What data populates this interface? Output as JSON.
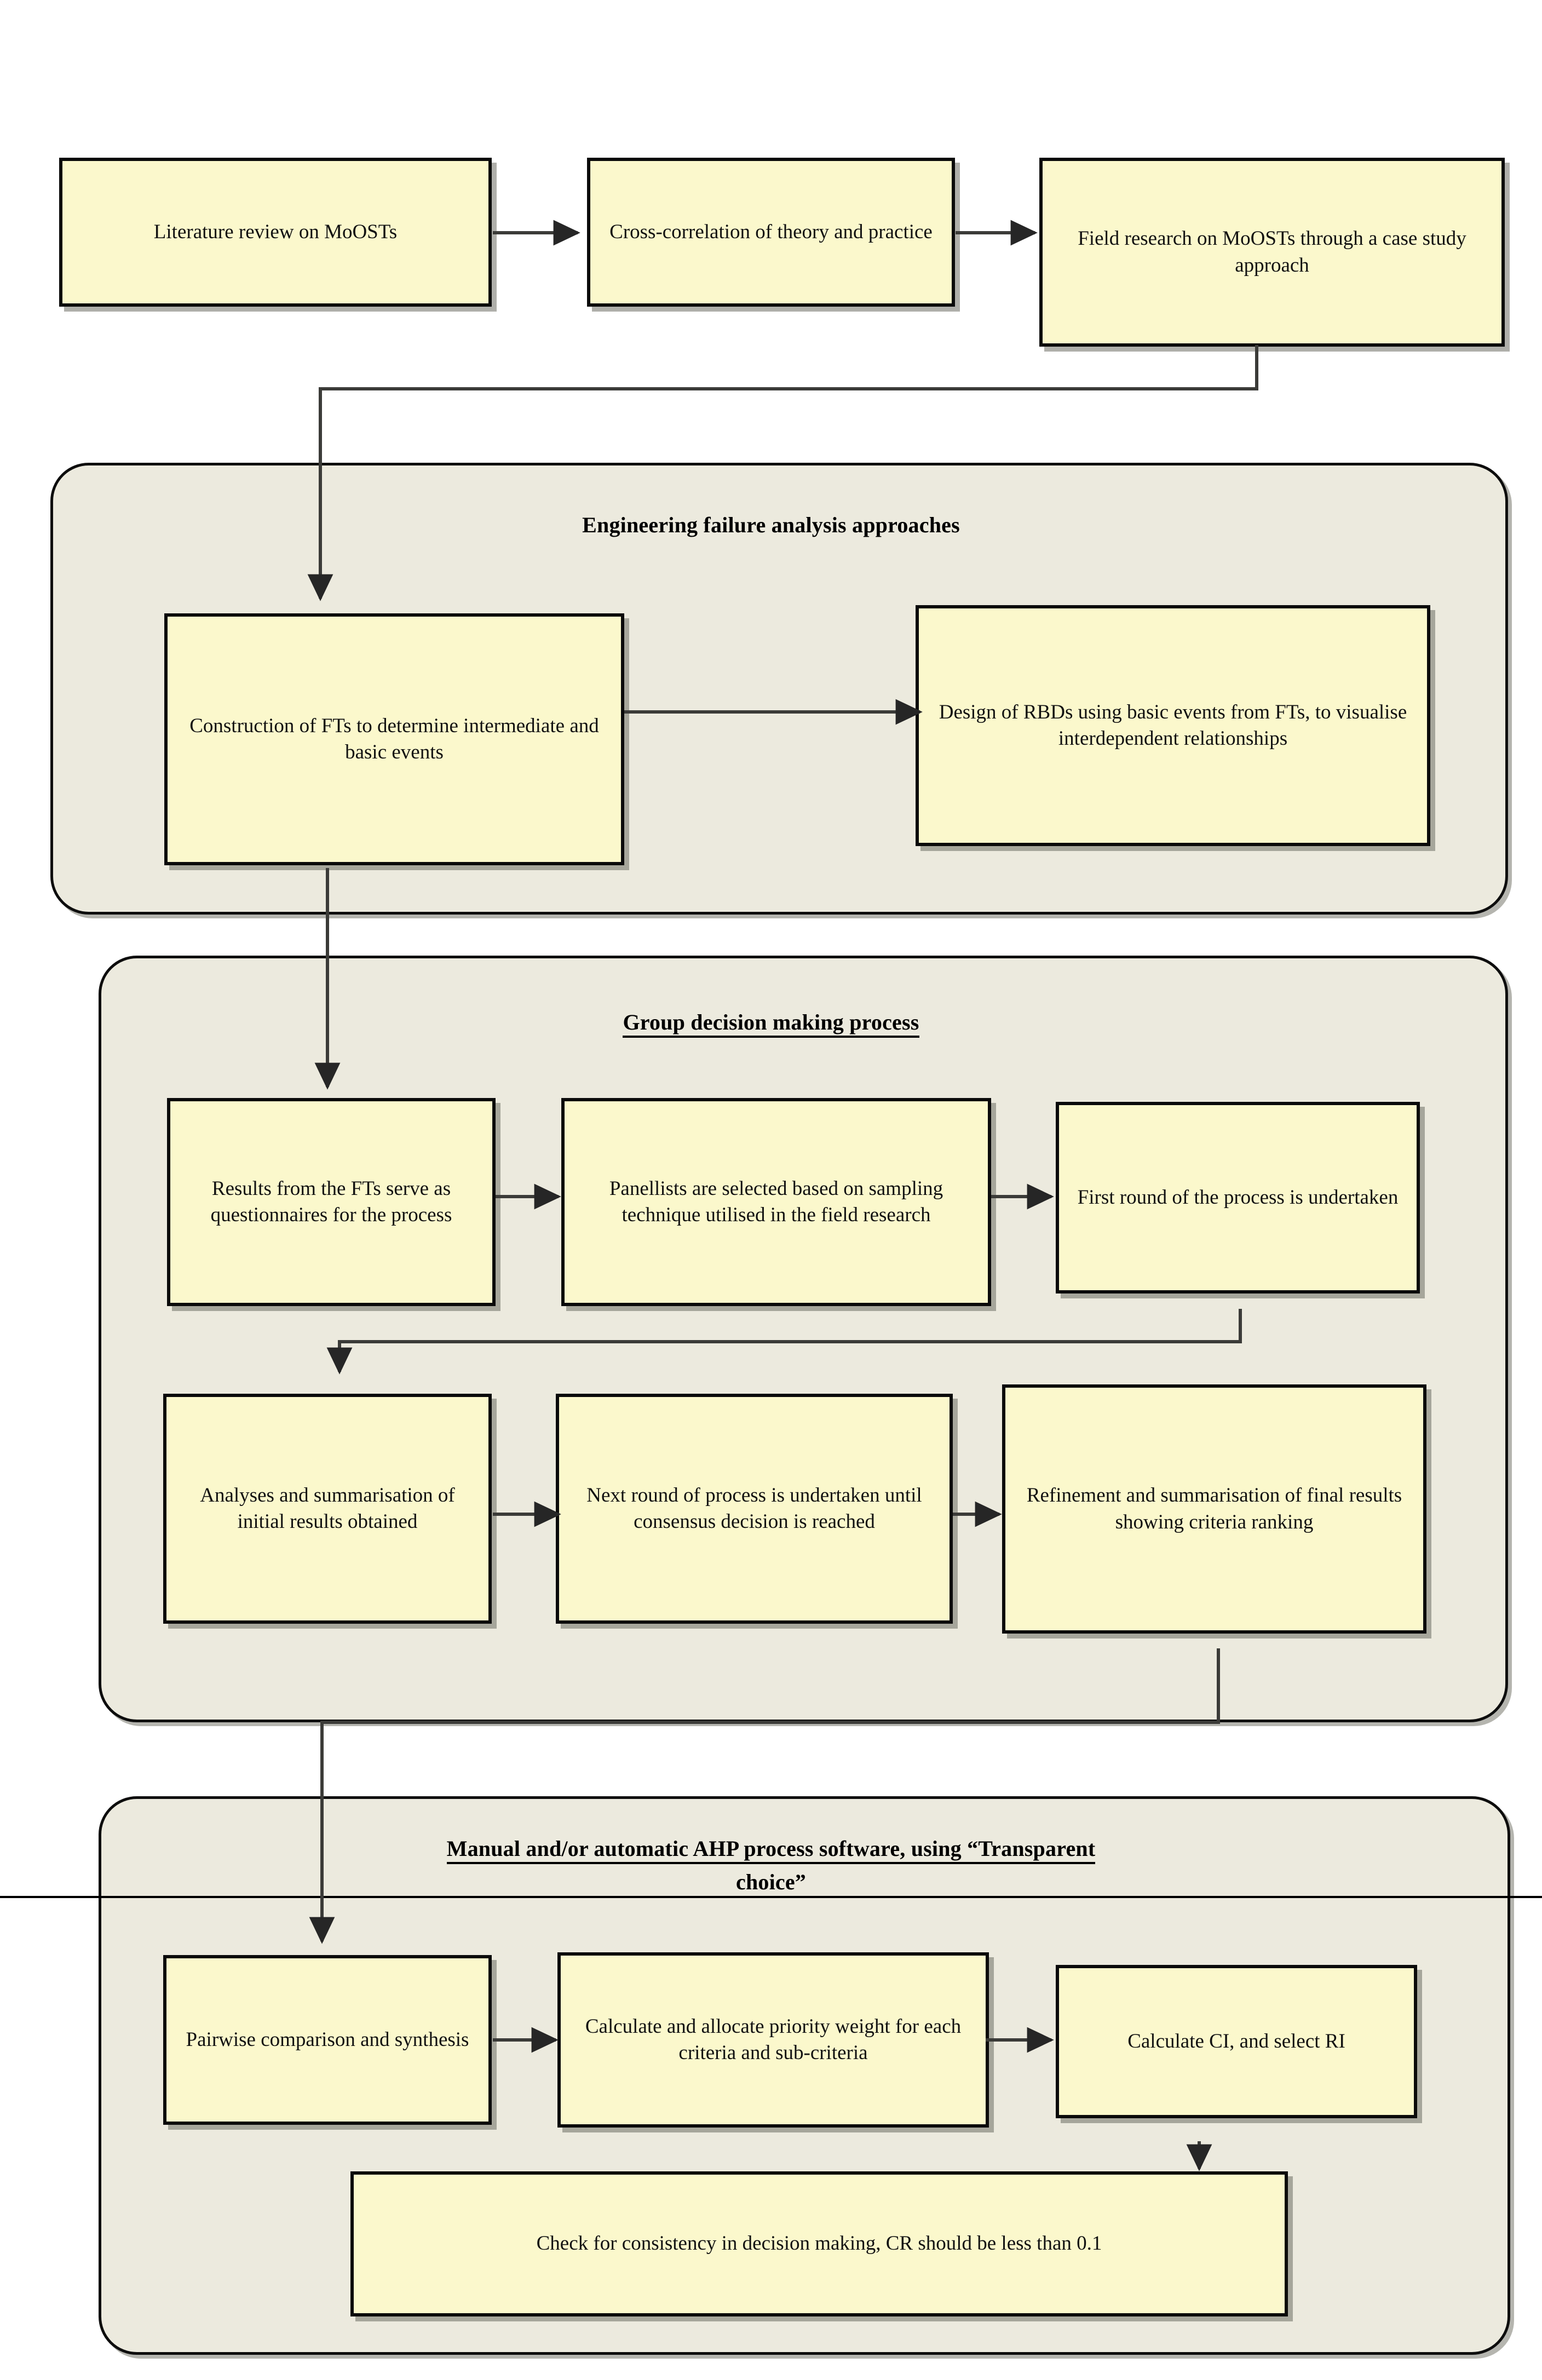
{
  "diagram": {
    "type": "flowchart",
    "title": "Research methodology flowchart",
    "colors": {
      "node_fill": "#fbf8cc",
      "node_border": "#0a0a0a",
      "group_fill": "#eceade",
      "group_border": "#0d0d0d",
      "connector": "#3a3a3a",
      "page_background": "#ffffff"
    }
  },
  "top_row": {
    "nodes": [
      {
        "id": "lit-review",
        "label": "Literature review  on MoOSTs"
      },
      {
        "id": "cross-correlation",
        "label": "Cross-correlation of theory and practice"
      },
      {
        "id": "field-research",
        "label": "Field research on MoOSTs through a case study approach"
      }
    ]
  },
  "groups": [
    {
      "id": "engineering-failure-analysis",
      "title": "Engineering failure analysis approaches",
      "title_underlined": false,
      "title_line2": "",
      "nodes": [
        {
          "id": "construction-of-fts",
          "label": "Construction of FTs to determine intermediate and basic events"
        },
        {
          "id": "design-of-rbds",
          "label": "Design of RBDs using basic events from FTs, to visualise interdependent relationships"
        }
      ]
    },
    {
      "id": "group-decision-making",
      "title": "Group decision making process",
      "title_underlined": true,
      "title_line2": "",
      "nodes": [
        {
          "id": "results-from-fts",
          "label": "Results from the FTs serve as questionnaires for the process"
        },
        {
          "id": "panellists-selected",
          "label": "Panellists are selected based on sampling technique utilised in the field research"
        },
        {
          "id": "first-round",
          "label": "First round of the process is undertaken"
        },
        {
          "id": "analyses-summarisation",
          "label": "Analyses and summarisation of initial results obtained"
        },
        {
          "id": "next-round",
          "label": "Next round of process is undertaken until consensus decision is reached"
        },
        {
          "id": "refinement-summarisation",
          "label": "Refinement and summarisation of final results showing criteria ranking"
        }
      ]
    },
    {
      "id": "ahp-process-software",
      "title": "Manual and/or automatic AHP process software, using “Transparent",
      "title_underlined": true,
      "title_line2": "choice”",
      "nodes": [
        {
          "id": "pairwise-comparison",
          "label": "Pairwise comparison and synthesis"
        },
        {
          "id": "calculate-allocate",
          "label": "Calculate and allocate priority weight for each criteria and sub-criteria"
        },
        {
          "id": "calculate-ci",
          "label": "Calculate CI, and select RI"
        },
        {
          "id": "check-consistency",
          "label": "Check for consistency in decision making, CR should be less than 0.1"
        }
      ]
    }
  ],
  "connectors": [
    {
      "from": "lit-review",
      "to": "cross-correlation",
      "style": "arrow"
    },
    {
      "from": "cross-correlation",
      "to": "field-research",
      "style": "arrow"
    },
    {
      "from": "field-research",
      "to": "construction-of-fts",
      "style": "elbow-arrow"
    },
    {
      "from": "construction-of-fts",
      "to": "design-of-rbds",
      "style": "arrow"
    },
    {
      "from": "construction-of-fts",
      "to": "results-from-fts",
      "style": "elbow-arrow"
    },
    {
      "from": "results-from-fts",
      "to": "panellists-selected",
      "style": "arrow"
    },
    {
      "from": "panellists-selected",
      "to": "first-round",
      "style": "arrow"
    },
    {
      "from": "first-round",
      "to": "analyses-summarisation",
      "style": "elbow-arrow"
    },
    {
      "from": "analyses-summarisation",
      "to": "next-round",
      "style": "arrow"
    },
    {
      "from": "next-round",
      "to": "refinement-summarisation",
      "style": "arrow"
    },
    {
      "from": "refinement-summarisation",
      "to": "pairwise-comparison",
      "style": "elbow-arrow"
    },
    {
      "from": "pairwise-comparison",
      "to": "calculate-allocate",
      "style": "arrow"
    },
    {
      "from": "calculate-allocate",
      "to": "calculate-ci",
      "style": "arrow"
    },
    {
      "from": "calculate-ci",
      "to": "check-consistency",
      "style": "elbow-arrow"
    }
  ]
}
